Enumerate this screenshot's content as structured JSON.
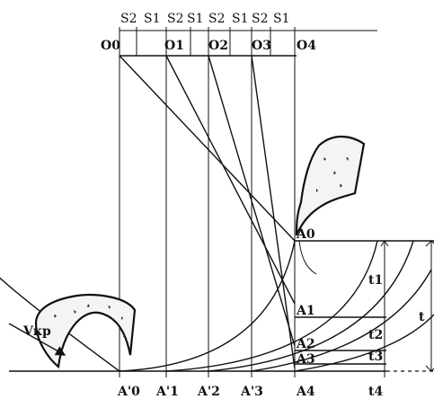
{
  "top_scale": {
    "segments": [
      "S2",
      "S1",
      "S2",
      "S1",
      "S2",
      "S1",
      "S2",
      "S1"
    ],
    "centers": [
      "O0",
      "O1",
      "O2",
      "O3",
      "O4"
    ]
  },
  "bottom_points": [
    "A'0",
    "A'1",
    "A'2",
    "A'3",
    "A4"
  ],
  "right_points": [
    "A0",
    "A1",
    "A2",
    "A3",
    "A4"
  ],
  "depth_labels": [
    "t1",
    "t2",
    "t3",
    "t4"
  ],
  "total_depth_label": "t",
  "velocity_label": "Vкр"
}
